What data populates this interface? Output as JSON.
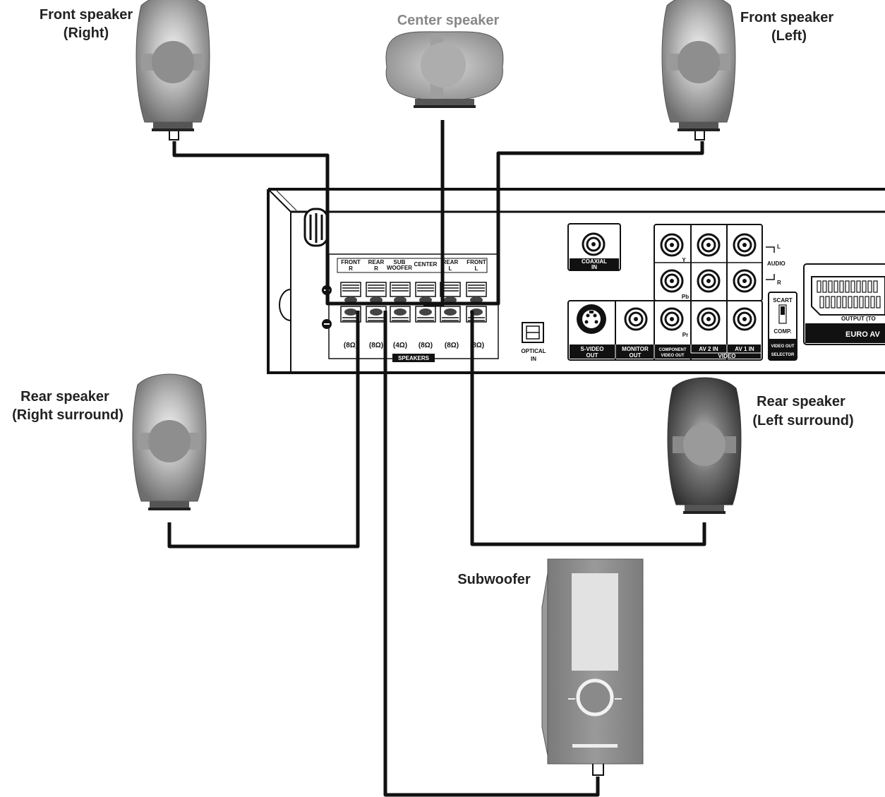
{
  "labels": {
    "front_right": [
      "Front speaker",
      "(Right)"
    ],
    "center": "Center speaker",
    "front_left": [
      "Front speaker",
      "(Left)"
    ],
    "rear_right": [
      "Rear speaker",
      "(Right surround)"
    ],
    "rear_left": [
      "Rear speaker",
      "(Left surround)"
    ],
    "subwoofer": "Subwoofer"
  },
  "terminals": {
    "headers": [
      [
        "FRONT",
        "R"
      ],
      [
        "REAR",
        "R"
      ],
      [
        "SUB",
        "WOOFER"
      ],
      [
        "CENTER",
        ""
      ],
      [
        "REAR",
        "L"
      ],
      [
        "FRONT",
        "L"
      ]
    ],
    "impedances": [
      "(8Ω)",
      "(8Ω)",
      "(4Ω)",
      "(8Ω)",
      "(8Ω)",
      "(8Ω)"
    ],
    "group_label": "SPEAKERS"
  },
  "panel": {
    "optical": [
      "OPTICAL",
      "IN"
    ],
    "coaxial": [
      "COAXIAL",
      "IN"
    ],
    "svideo": [
      "S-VIDEO",
      "OUT"
    ],
    "monitor": [
      "MONITOR",
      "OUT"
    ],
    "component": [
      "COMPONENT",
      "VIDEO OUT"
    ],
    "y": "Y",
    "pb": "Pb",
    "pr": "Pr",
    "av2": "AV 2  IN",
    "av1": "AV 1  IN",
    "video": "VIDEO",
    "audio": "AUDIO",
    "audio_l": "L",
    "audio_r": "R",
    "scart": "SCART",
    "comp": "COMP.",
    "video_out_selector": [
      "VIDEO OUT",
      "SELECTOR"
    ],
    "euro_output": "OUTPUT (TO",
    "euro_av": "EURO AV"
  },
  "colors": {
    "wire": "#111111",
    "speaker_light": "#e8e8e8",
    "speaker_dark": "#777777",
    "subwoofer_body": "#8a8a8a"
  }
}
